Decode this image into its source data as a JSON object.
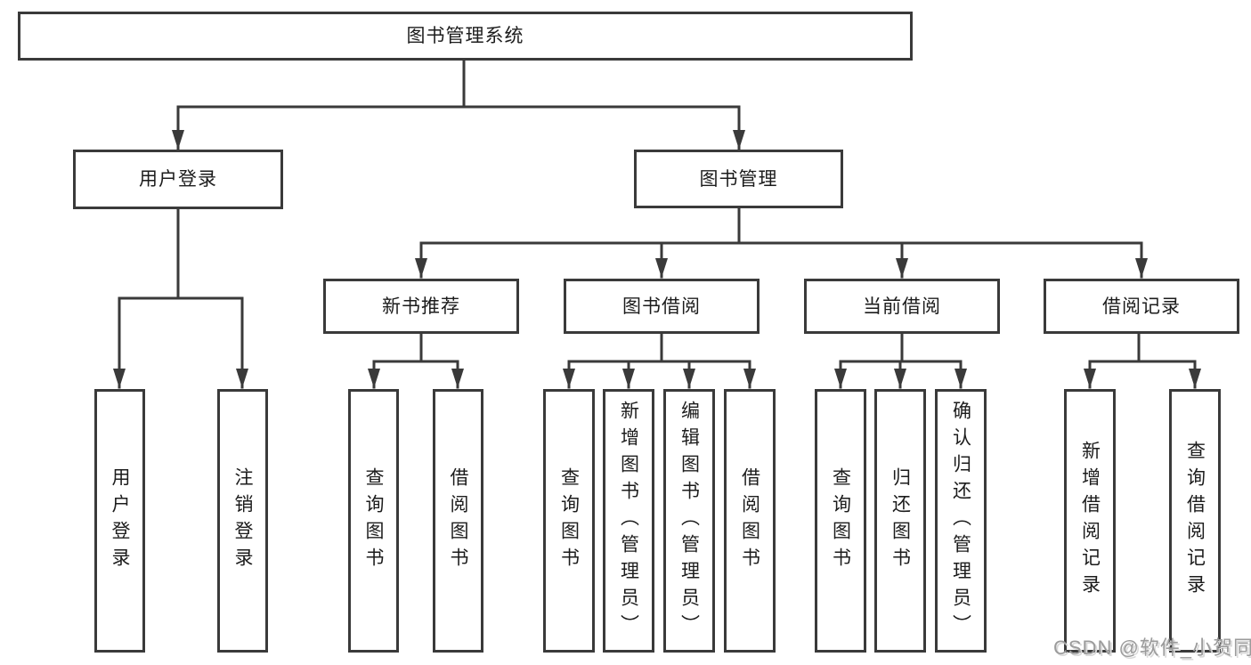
{
  "diagram": {
    "root": {
      "label": "图书管理系统"
    },
    "level2": [
      {
        "label": "用户登录"
      },
      {
        "label": "图书管理"
      }
    ],
    "level3": [
      {
        "label": "新书推荐"
      },
      {
        "label": "图书借阅"
      },
      {
        "label": "当前借阅"
      },
      {
        "label": "借阅记录"
      }
    ],
    "leaves": {
      "user_login": [
        {
          "label": "用户登录"
        },
        {
          "label": "注销登录"
        }
      ],
      "new_book": [
        {
          "label": "查询图书"
        },
        {
          "label": "借阅图书"
        }
      ],
      "book_borrow": [
        {
          "label": "查询图书"
        },
        {
          "label": "新增图书（管理员）"
        },
        {
          "label": "编辑图书（管理员）"
        },
        {
          "label": "借阅图书"
        }
      ],
      "current_borrow": [
        {
          "label": "查询图书"
        },
        {
          "label": "归还图书"
        },
        {
          "label": "确认归还（管理员）"
        }
      ],
      "borrow_records": [
        {
          "label": "新增借阅记录"
        },
        {
          "label": "查询借阅记录"
        }
      ]
    }
  },
  "watermark": {
    "text": "CSDN @软件_小贺同学"
  },
  "colors": {
    "line": "#3a3a3a",
    "text": "#1c1c1c",
    "background": "#ffffff",
    "watermark": "#9b9b9b"
  }
}
